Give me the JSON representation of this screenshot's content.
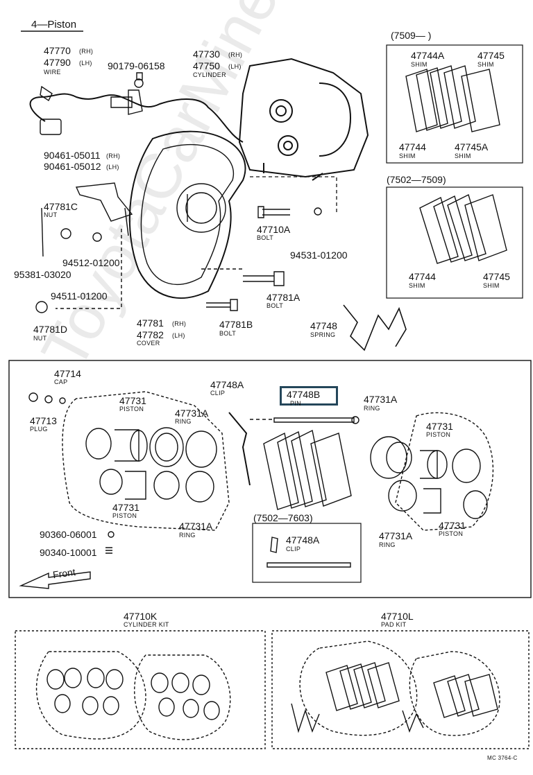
{
  "header": {
    "title": "4—Piston"
  },
  "watermark": "ToyotaCarMine.ru",
  "footer_code": "MC 3764-C",
  "highlight_color": "#24465a",
  "labels": {
    "p47770": "47770",
    "rh": "(RH)",
    "lh": "(LH)",
    "p47790": "47790",
    "wire": "WIRE",
    "p90179": "90179-06158",
    "p47730": "47730",
    "p47750": "47750",
    "cylinder": "CYLINDER",
    "p90461a": "90461-05011",
    "p90461b": "90461-05012",
    "p47781c": "47781C",
    "nut": "NUT",
    "p94512": "94512-01200",
    "p95381": "95381-03020",
    "p94511": "94511-01200",
    "p47781d": "47781D",
    "p47781": "47781",
    "p47782": "47782",
    "cover": "COVER",
    "p47710a": "47710A",
    "bolt": "BOLT",
    "p94531": "94531-01200",
    "p47781a": "47781A",
    "p47781b": "47781B",
    "p47748": "47748",
    "spring": "SPRING",
    "range1": "(7509—        )",
    "p47744a": "47744A",
    "shim": "SHIM",
    "p47745": "47745",
    "p47744": "47744",
    "p47745a": "47745A",
    "range2": "(7502—7509)",
    "p47714": "47714",
    "cap": "CAP",
    "p47713": "47713",
    "plug": "PLUG",
    "p47731": "47731",
    "piston": "PISTON",
    "p47731a": "47731A",
    "ring": "RING",
    "p47748a": "47748A",
    "clip": "CLIP",
    "p47748b": "47748B",
    "pin": "PIN",
    "range3": "(7502—7603)",
    "p90360": "90360-06001",
    "p90340": "90340-10001",
    "front": "Front",
    "p47710k": "47710K",
    "cylinder_kit": "CYLINDER KIT",
    "p47710l": "47710L",
    "pad_kit": "PAD KIT"
  }
}
